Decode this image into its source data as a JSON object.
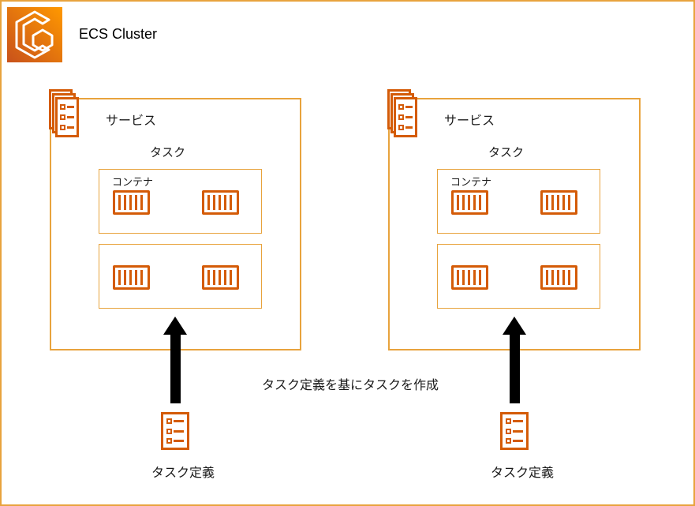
{
  "header": {
    "title": "ECS Cluster"
  },
  "annotation": {
    "text": "タスク定義を基にタスクを作成"
  },
  "colors": {
    "border_amber": "#E8A33D",
    "icon_orange": "#D45B07",
    "logo_gradient_start": "#C8511B",
    "logo_gradient_end": "#FF9900",
    "arrow_black": "#000000",
    "text_dark": "#1A1A1A"
  },
  "services": [
    {
      "label": "サービス",
      "task_label": "タスク",
      "container_label": "コンテナ",
      "task_definition_label": "タスク定義",
      "task_rows": [
        {
          "containers": 2,
          "container_label_shown": true
        },
        {
          "containers": 2,
          "container_label_shown": false
        }
      ]
    },
    {
      "label": "サービス",
      "task_label": "タスク",
      "container_label": "コンテナ",
      "task_definition_label": "タスク定義",
      "task_rows": [
        {
          "containers": 2,
          "container_label_shown": true
        },
        {
          "containers": 2,
          "container_label_shown": false
        }
      ]
    }
  ]
}
